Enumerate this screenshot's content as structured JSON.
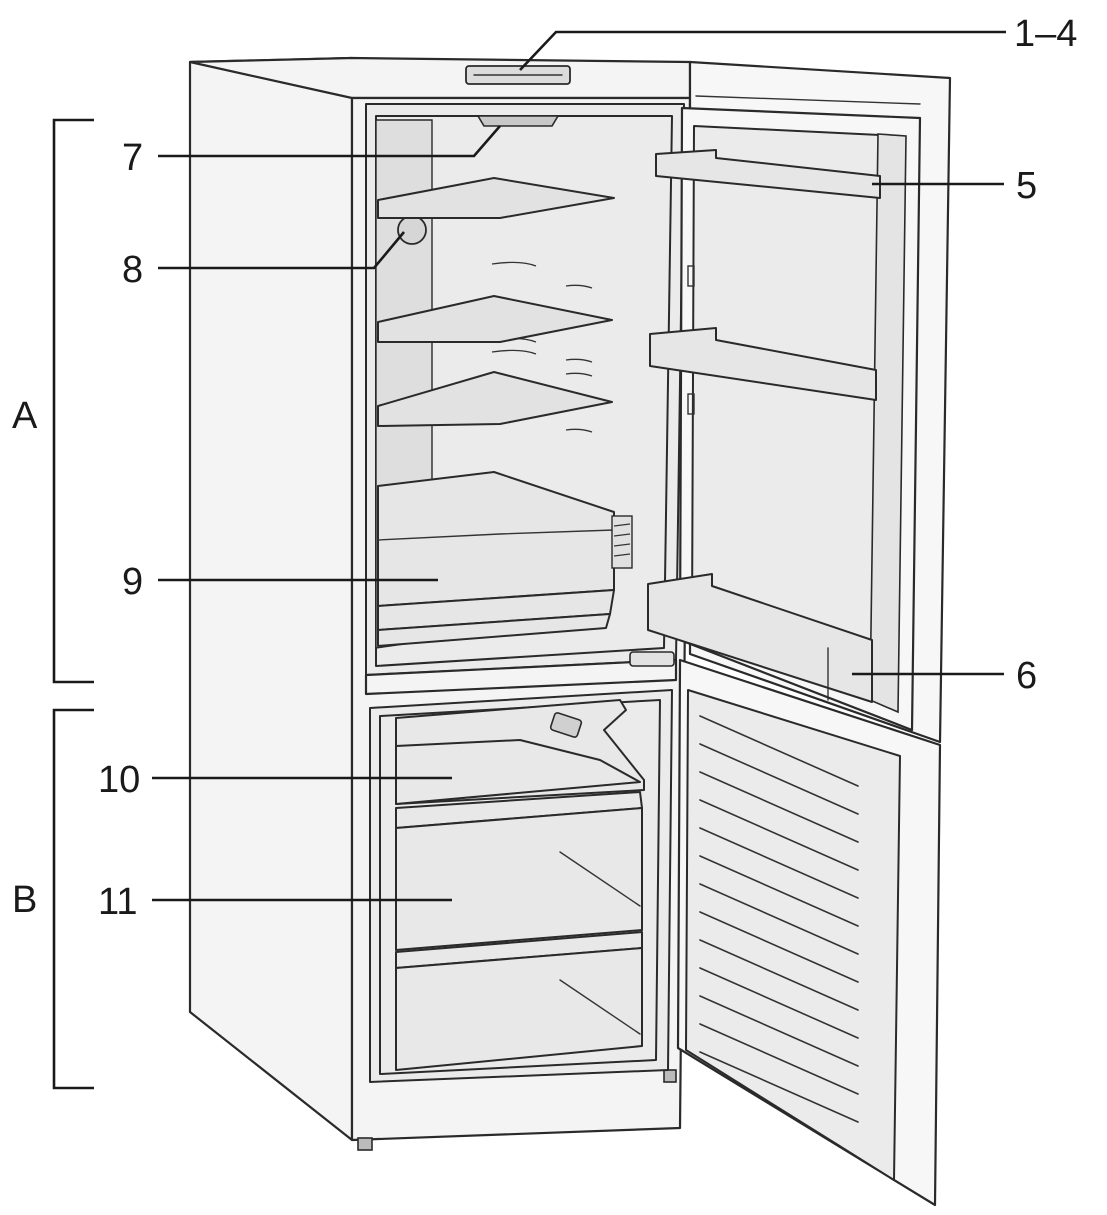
{
  "labels": {
    "l1_4": "1–4",
    "l5": "5",
    "l6": "6",
    "l7": "7",
    "l8": "8",
    "l9": "9",
    "l10": "10",
    "l11": "11",
    "A": "A",
    "B": "B"
  }
}
